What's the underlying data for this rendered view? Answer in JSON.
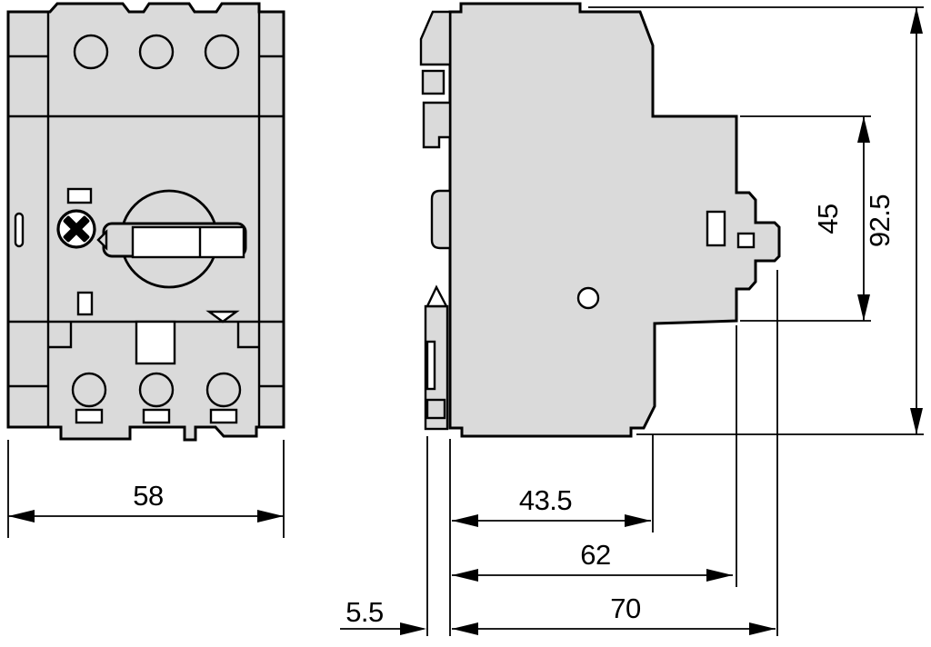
{
  "drawing": {
    "title": "motor-protective-circuit-breaker-dimension-drawing",
    "views": {
      "front": "front-view",
      "side": "side-view"
    },
    "dimensions": {
      "front_width": "58",
      "depth_to_front_step": "43.5",
      "depth_body": "62",
      "depth_total": "70",
      "din_clip_offset": "5.5",
      "front_face_height": "45",
      "total_height": "92.5"
    },
    "colors": {
      "body_fill": "#dadada",
      "line": "#000000",
      "background": "#ffffff"
    }
  }
}
